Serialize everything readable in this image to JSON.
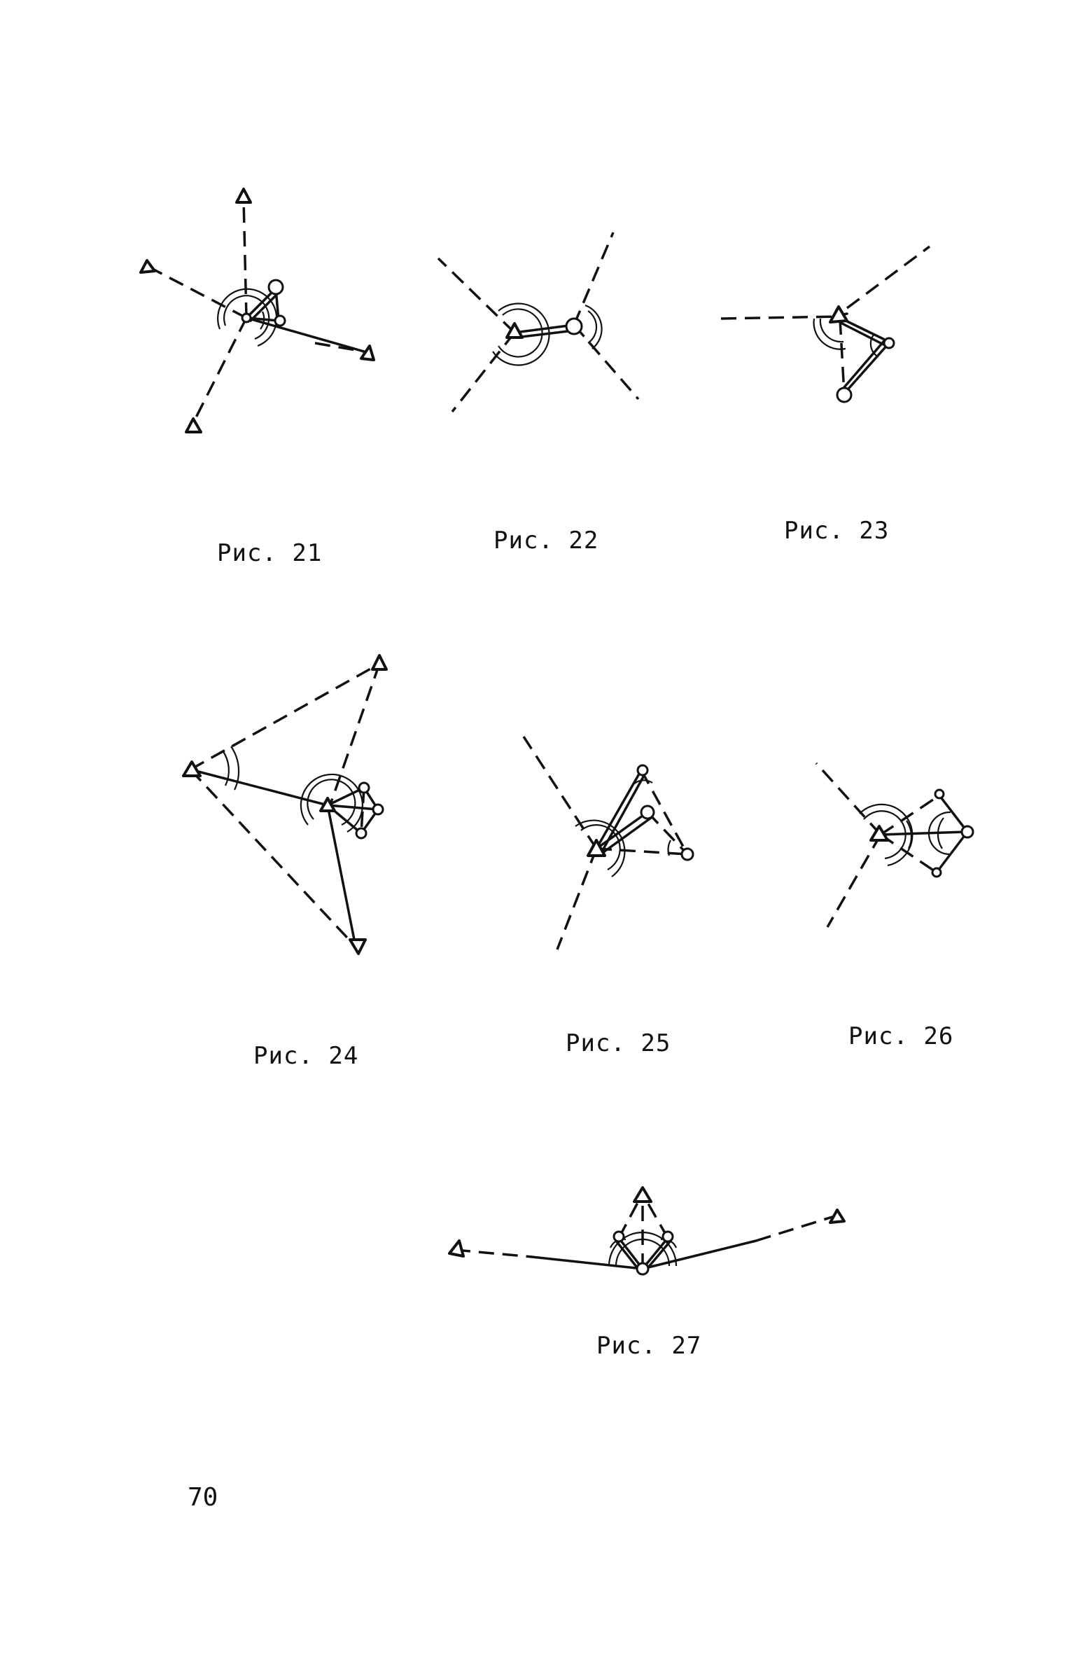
{
  "figures": [
    {
      "caption": "Рис. 21"
    },
    {
      "caption": "Рис. 22"
    },
    {
      "caption": "Рис. 23"
    },
    {
      "caption": "Рис. 24"
    },
    {
      "caption": "Рис. 25"
    },
    {
      "caption": "Рис. 26"
    },
    {
      "caption": "Рис. 27"
    }
  ],
  "page_number": "70"
}
